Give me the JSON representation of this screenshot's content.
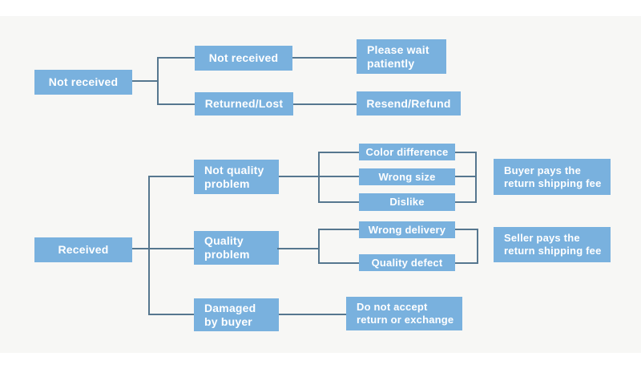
{
  "colors": {
    "background": "#ffffff",
    "canvas": "#f7f7f5",
    "box": "#79b1de",
    "box_text": "#ffffff",
    "line": "#56778f"
  },
  "nodes": {
    "not_received_root": {
      "lines": [
        "Not received"
      ]
    },
    "not_received_child": {
      "lines": [
        "Not received"
      ]
    },
    "returned_lost": {
      "lines": [
        "Returned/Lost"
      ]
    },
    "please_wait": {
      "lines": [
        "Please wait",
        "patiently"
      ]
    },
    "resend_refund": {
      "lines": [
        "Resend/Refund"
      ]
    },
    "received_root": {
      "lines": [
        "Received"
      ]
    },
    "not_quality_problem": {
      "lines": [
        "Not quality",
        "problem"
      ]
    },
    "quality_problem": {
      "lines": [
        "Quality",
        "problem"
      ]
    },
    "damaged_by_buyer": {
      "lines": [
        "Damaged",
        "by buyer"
      ]
    },
    "color_difference": {
      "lines": [
        "Color difference"
      ]
    },
    "wrong_size": {
      "lines": [
        "Wrong size"
      ]
    },
    "dislike": {
      "lines": [
        "Dislike"
      ]
    },
    "wrong_delivery": {
      "lines": [
        "Wrong delivery"
      ]
    },
    "quality_defect": {
      "lines": [
        "Quality defect"
      ]
    },
    "buyer_pays": {
      "lines": [
        "Buyer pays the",
        "return shipping fee"
      ]
    },
    "seller_pays": {
      "lines": [
        "Seller pays the",
        "return shipping fee"
      ]
    },
    "do_not_accept": {
      "lines": [
        "Do not accept",
        "return or exchange"
      ]
    }
  }
}
